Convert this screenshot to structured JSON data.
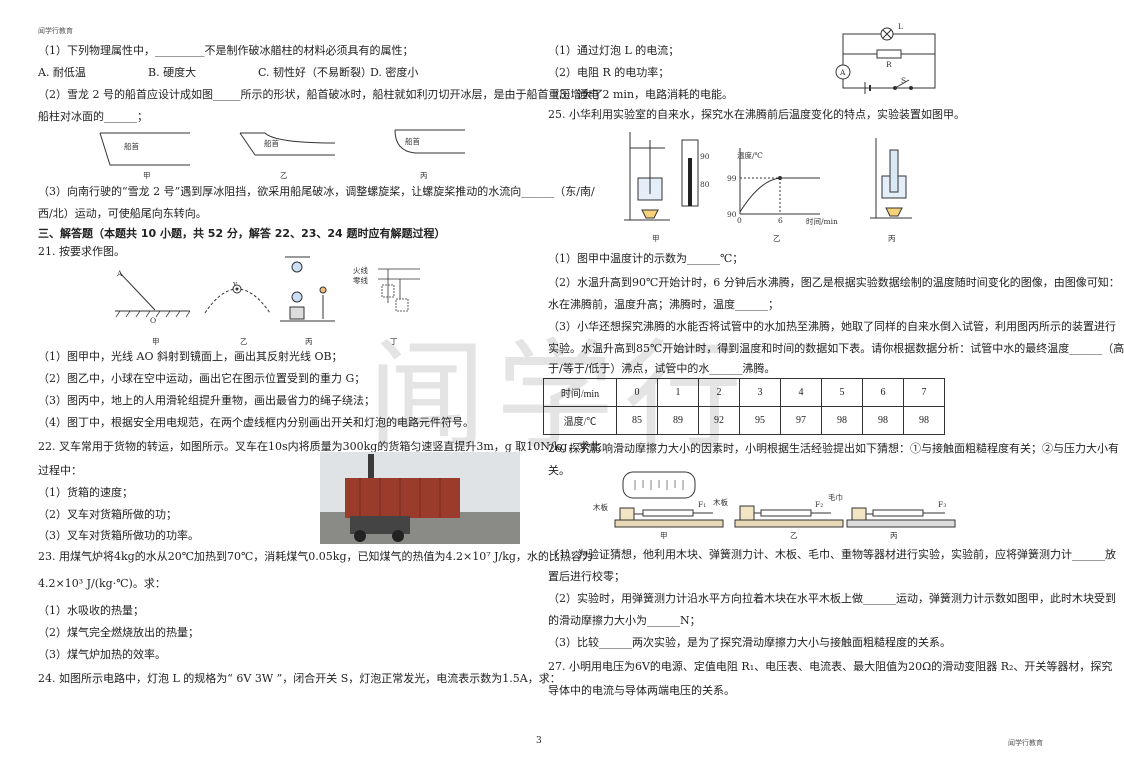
{
  "header": {
    "left": "闻学行教育",
    "right": "闻学行教育"
  },
  "footer": {
    "page": "3",
    "right": "闻学行教育"
  },
  "watermark": "闻学行",
  "left_col": {
    "q1": "（1）下列物理属性中，_________不是制作破冰艏柱的材料必须具有的属性；",
    "opt_a": "A. 耐低温",
    "opt_b": "B. 硬度大",
    "opt_c": "C. 韧性好（不易断裂）",
    "opt_d": "D. 密度小",
    "q2_l1": "（2）雪龙 2 号的船首应设计成如图_____所示的形状，船首破冰时，船柱就如利刃切开冰层，是由于船首重压增大了",
    "q2_l2": "船柱对冰面的______；",
    "hull_label": "船首",
    "fig_jia": "甲",
    "fig_yi": "乙",
    "fig_bing": "丙",
    "fig_ding": "丁",
    "q3_l1": "（3）向南行驶的“雪龙 2 号”遇到厚冰阻挡，欲采用船尾破冰，调整螺旋桨，让螺旋桨推动的水流向______（东/南/",
    "q3_l2": "西/北）运动，可使船尾向东转向。",
    "section": "三、解答题（本题共 10 小题，共 52 分，解答 22、23、24 题时应有解题过程）",
    "q21": "21. 按要求作图。",
    "fig21_A": "A",
    "fig21_O": "O",
    "fig21_v": "v",
    "fig21_live": "火线",
    "fig21_neutral": "零线",
    "q21_1": "（1）图甲中，光线 AO 斜射到镜面上，画出其反射光线 OB；",
    "q21_2": "（2）图乙中，小球在空中运动，画出它在图示位置受到的重力 G；",
    "q21_3": "（3）图丙中，地上的人用滑轮组提升重物，画出最省力的绳子绕法；",
    "q21_4": "（4）图丁中，根据安全用电规范，在两个虚线框内分别画出开关和灯泡的电路元件符号。",
    "q22_l1": "22. 叉车常用于货物的转运，如图所示。叉车在10s内将质量为300kg的货箱匀速竖直提升3m，g 取10N/kg，求此",
    "q22_l2": "过程中：",
    "q22_1": "（1）货箱的速度；",
    "q22_2": "（2）叉车对货箱所做的功；",
    "q22_3": "（3）叉车对货箱所做功的功率。",
    "q23_l1": "23. 用煤气炉将4kg的水从20℃加热到70℃，消耗煤气0.05kg，已知煤气的热值为4.2×10⁷ J/kg，水的比热容为",
    "q23_l2": "4.2×10³ J/(kg·℃)。求：",
    "q23_1": "（1）水吸收的热量；",
    "q23_2": "（2）煤气完全燃烧放出的热量；",
    "q23_3": "（3）煤气炉加热的效率。",
    "q24": "24. 如图所示电路中，灯泡 L 的规格为“ 6V  3W ”，闭合开关 S，灯泡正常发光，电流表示数为1.5A，求："
  },
  "right_col": {
    "q24_1": "（1）通过灯泡 L 的电流；",
    "q24_2": "（2）电阻 R 的电功率；",
    "q24_3": "（3）通电 2 min，电路消耗的电能。",
    "circ_L": "L",
    "circ_R": "R",
    "circ_S": "S",
    "circ_A": "A",
    "q25": "25. 小华利用实验室的自来水，探究水在沸腾前后温度变化的特点，实验装置如图甲。",
    "graph_ylabel": "温度/℃",
    "graph_xlabel": "时间/min",
    "graph_y99": "99",
    "graph_y90": "90",
    "graph_x0": "0",
    "graph_x6": "6",
    "thermo_90": "90",
    "thermo_80": "80",
    "q25_1": "（1）图甲中温度计的示数为______℃；",
    "q25_2_l1": "（2）水温升高到90℃开始计时，6 分钟后水沸腾，图乙是根据实验数据绘制的温度随时间变化的图像，由图像可知：",
    "q25_2_l2": "水在沸腾前，温度升高；沸腾时，温度______；",
    "q25_3_l1": "（3）小华还想探究沸腾的水能否将试管中的水加热至沸腾，她取了同样的自来水倒入试管，利用图丙所示的装置进行",
    "q25_3_l2": "实验。水温升高到85℃开始计时，得到温度和时间的数据如下表。请你根据数据分析：试管中水的最终温度______（高",
    "q25_3_l3": "于/等于/低于）沸点，试管中的水______沸腾。",
    "table": {
      "row1_head": "时间/min",
      "times": [
        "0",
        "1",
        "2",
        "3",
        "4",
        "5",
        "6",
        "7"
      ],
      "row2_head": "温度/℃",
      "temps": [
        "85",
        "89",
        "92",
        "95",
        "97",
        "98",
        "98",
        "98"
      ]
    },
    "q26_l1": "26. 探究影响滑动摩擦力大小的因素时，小明根据生活经验提出如下猜想：①与接触面粗糙程度有关；②与压力大小有",
    "q26_l2": "关。",
    "fig26_board1": "木板",
    "fig26_board2": "木板",
    "fig26_towel": "毛巾",
    "fig26_F1": "F₁",
    "fig26_F2": "F₂",
    "fig26_F3": "F₃",
    "q26_1_l1": "（1）为验证猜想，他利用木块、弹簧测力计、木板、毛巾、重物等器材进行实验，实验前，应将弹簧测力计______放",
    "q26_1_l2": "置后进行校零；",
    "q26_2_l1": "（2）实验时，用弹簧测力计沿水平方向拉着木块在水平木板上做______运动，弹簧测力计示数如图甲，此时木块受到",
    "q26_2_l2": "的滑动摩擦力大小为______N；",
    "q26_3": "（3）比较______两次实验，是为了探究滑动摩擦力大小与接触面粗糙程度的关系。",
    "q27_l1": "27. 小明用电压为6V的电源、定值电阻 R₁、电压表、电流表、最大阻值为20Ω的滑动变阻器 R₂、开关等器材，探究",
    "q27_l2": "导体中的电流与导体两端电压的关系。"
  }
}
